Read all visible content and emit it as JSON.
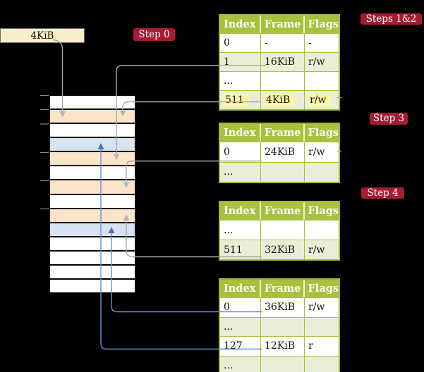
{
  "frame_box": {
    "label": "4KiB"
  },
  "badges": {
    "step0": {
      "label": "Step 0"
    },
    "steps12": {
      "label": "Steps 1&2"
    },
    "step3": {
      "label": "Step 3"
    },
    "step4": {
      "label": "Step 4"
    }
  },
  "tables": [
    {
      "headers": [
        "Index",
        "Frame",
        "Flags"
      ],
      "rows": [
        {
          "cells": [
            "0",
            "-",
            "-"
          ]
        },
        {
          "cells": [
            "1",
            "16KiB",
            "r/w"
          ]
        },
        {
          "cells": [
            "...",
            "",
            ""
          ]
        },
        {
          "cells": [
            "511",
            "4KiB",
            "r/w"
          ],
          "highlight": true
        }
      ]
    },
    {
      "headers": [
        "Index",
        "Frame",
        "Flags"
      ],
      "rows": [
        {
          "cells": [
            "0",
            "24KiB",
            "r/w"
          ]
        },
        {
          "cells": [
            "...",
            "",
            ""
          ]
        }
      ]
    },
    {
      "headers": [
        "Index",
        "Frame",
        "Flags"
      ],
      "rows": [
        {
          "cells": [
            "...",
            "",
            ""
          ]
        },
        {
          "cells": [
            "511",
            "32KiB",
            "r/w"
          ]
        }
      ]
    },
    {
      "headers": [
        "Index",
        "Frame",
        "Flags"
      ],
      "rows": [
        {
          "cells": [
            "0",
            "36KiB",
            "r/w"
          ]
        },
        {
          "cells": [
            "...",
            "",
            ""
          ]
        },
        {
          "cells": [
            "127",
            "12KiB",
            "r"
          ]
        },
        {
          "cells": [
            "...",
            "",
            ""
          ]
        }
      ]
    }
  ],
  "memory": {
    "row_colors": [
      "white",
      "peach",
      "white",
      "blue",
      "peach",
      "white",
      "peach",
      "white",
      "peach",
      "blue",
      "white",
      "white",
      "white",
      "white"
    ]
  },
  "colors": {
    "background": "#000000",
    "table_header_green": "#a6c23e",
    "table_alt_row_green": "#e9eed7",
    "highlight_yellow": "#fcf6a4",
    "frame_row_peach": "#fce4c9",
    "frame_row_blue": "#d8e3f1",
    "frame_box_cream": "#fbedca",
    "badge_red": "#a61c33",
    "connector_gray": "#a8a8aa",
    "connector_blue": "#6a90c8"
  }
}
